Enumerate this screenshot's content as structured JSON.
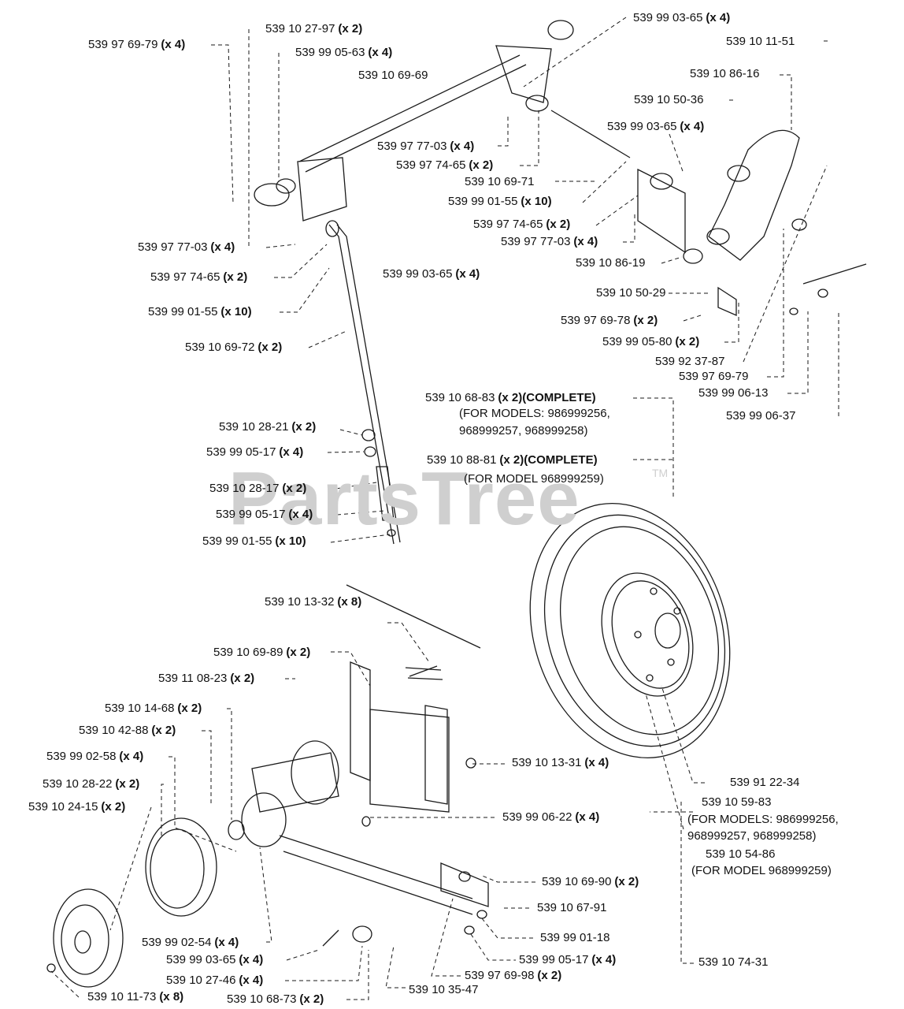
{
  "watermark": {
    "text": "PartsTree",
    "tm": "TM"
  },
  "labels": [
    {
      "num": "539 99 03-65",
      "qty": "(x 4)"
    },
    {
      "num": "539 10 27-97",
      "qty": "(x 2)"
    },
    {
      "num": "539 97 69-79",
      "qty": "(x 4)"
    },
    {
      "num": "539 10 11-51",
      "qty": ""
    },
    {
      "num": "539 99 05-63",
      "qty": "(x 4)"
    },
    {
      "num": "539 10 69-69",
      "qty": ""
    },
    {
      "num": "539 10 86-16",
      "qty": ""
    },
    {
      "num": "539 10 50-36",
      "qty": ""
    },
    {
      "num": "539 99 03-65",
      "qty": "(x 4)"
    },
    {
      "num": "539 97 77-03",
      "qty": "(x 4)"
    },
    {
      "num": "539 97 74-65",
      "qty": "(x 2)"
    },
    {
      "num": "539 10 69-71",
      "qty": ""
    },
    {
      "num": "539 99 01-55",
      "qty": "(x 10)"
    },
    {
      "num": "539 97 74-65",
      "qty": "(x 2)"
    },
    {
      "num": "539 97 77-03",
      "qty": "(x 4)"
    },
    {
      "num": "539 97 77-03",
      "qty": "(x 4)"
    },
    {
      "num": "539 10 86-19",
      "qty": ""
    },
    {
      "num": "539 97 74-65",
      "qty": "(x 2)"
    },
    {
      "num": "539 99 03-65",
      "qty": "(x 4)"
    },
    {
      "num": "539 10 50-29",
      "qty": ""
    },
    {
      "num": "539 99 01-55",
      "qty": "(x 10)"
    },
    {
      "num": "539 97 69-78",
      "qty": "(x 2)"
    },
    {
      "num": "539 99 05-80",
      "qty": "(x 2)"
    },
    {
      "num": "539 10 69-72",
      "qty": "(x 2)"
    },
    {
      "num": "539 92 37-87",
      "qty": ""
    },
    {
      "num": "539 97 69-79",
      "qty": ""
    },
    {
      "num": "539 99 06-13",
      "qty": ""
    },
    {
      "num": "539 10 68-83",
      "qty": "(x 2)(COMPLETE)"
    },
    {
      "num": "539 99 06-37",
      "qty": ""
    },
    {
      "num": "539 10 28-21",
      "qty": "(x 2)"
    },
    {
      "num": "539 99 05-17",
      "qty": "(x 4)"
    },
    {
      "num": "539 10 88-81",
      "qty": "(x 2)(COMPLETE)"
    },
    {
      "num": "539 10 28-17",
      "qty": "(x 2)"
    },
    {
      "num": "539 99 05-17",
      "qty": "(x 4)"
    },
    {
      "num": "539 99 01-55",
      "qty": "(x 10)"
    },
    {
      "num": "539 10 13-32",
      "qty": "(x 8)"
    },
    {
      "num": "539 10 69-89",
      "qty": "(x 2)"
    },
    {
      "num": "539 11 08-23",
      "qty": "(x 2)"
    },
    {
      "num": "539 10 14-68",
      "qty": "(x 2)"
    },
    {
      "num": "539 10 42-88",
      "qty": "(x 2)"
    },
    {
      "num": "539 99 02-58",
      "qty": "(x 4)"
    },
    {
      "num": "539 10 13-31",
      "qty": "(x 4)"
    },
    {
      "num": "539 10 28-22",
      "qty": "(x 2)"
    },
    {
      "num": "539 91 22-34",
      "qty": ""
    },
    {
      "num": "539 10 24-15",
      "qty": "(x 2)"
    },
    {
      "num": "539 99 06-22",
      "qty": "(x 4)"
    },
    {
      "num": "539 10 59-83",
      "qty": ""
    },
    {
      "num": "539 10 69-90",
      "qty": "(x 2)"
    },
    {
      "num": "539 10 54-86",
      "qty": ""
    },
    {
      "num": "539 10 67-91",
      "qty": ""
    },
    {
      "num": "539 99 01-18",
      "qty": ""
    },
    {
      "num": "539 99 02-54",
      "qty": "(x 4)"
    },
    {
      "num": "539 99 03-65",
      "qty": "(x 4)"
    },
    {
      "num": "539 99 05-17",
      "qty": "(x 4)"
    },
    {
      "num": "539 10 74-31",
      "qty": ""
    },
    {
      "num": "539 10 27-46",
      "qty": "(x 4)"
    },
    {
      "num": "539 97 69-98",
      "qty": "(x 2)"
    },
    {
      "num": "539 10 35-47",
      "qty": ""
    },
    {
      "num": "539 10 11-73",
      "qty": "(x 8)"
    },
    {
      "num": "539 10 68-73",
      "qty": "(x 2)"
    }
  ],
  "notes": [
    "(FOR MODELS: 986999256,",
    "968999257, 968999258)",
    "(FOR MODEL 968999259)",
    "(FOR MODELS: 986999256,",
    "968999257, 968999258)",
    "(FOR MODEL 968999259)"
  ]
}
